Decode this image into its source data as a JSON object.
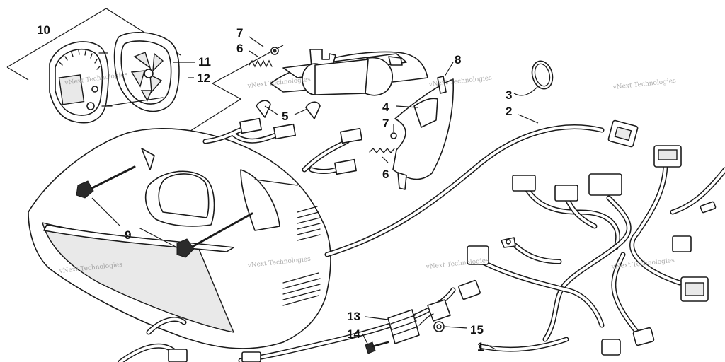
{
  "diagram": {
    "callouts": [
      "10",
      "11",
      "12",
      "7",
      "6",
      "5",
      "8",
      "4",
      "7",
      "6",
      "3",
      "2",
      "9",
      "13",
      "14",
      "15",
      "1"
    ],
    "watermark": "vNext Technologies"
  }
}
